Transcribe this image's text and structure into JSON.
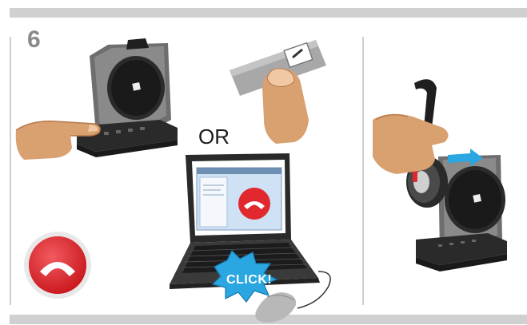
{
  "instruction": {
    "step_number": "6",
    "separator_text": "OR",
    "click_label": "CLICK!"
  },
  "colors": {
    "band_gray": "#d0d0d0",
    "step_number_gray": "#8a8a8a",
    "hangup_red": "#e0282e",
    "click_burst_blue": "#2aa6e0",
    "device_dark": "#2a2a2a",
    "skin": "#d9a070",
    "screen_blue": "#cfe2f5"
  },
  "icons": [
    "hang-up-icon",
    "sennheiser-logo-icon",
    "base-station",
    "headset",
    "laptop",
    "mouse",
    "finger-press",
    "usb-dongle"
  ]
}
